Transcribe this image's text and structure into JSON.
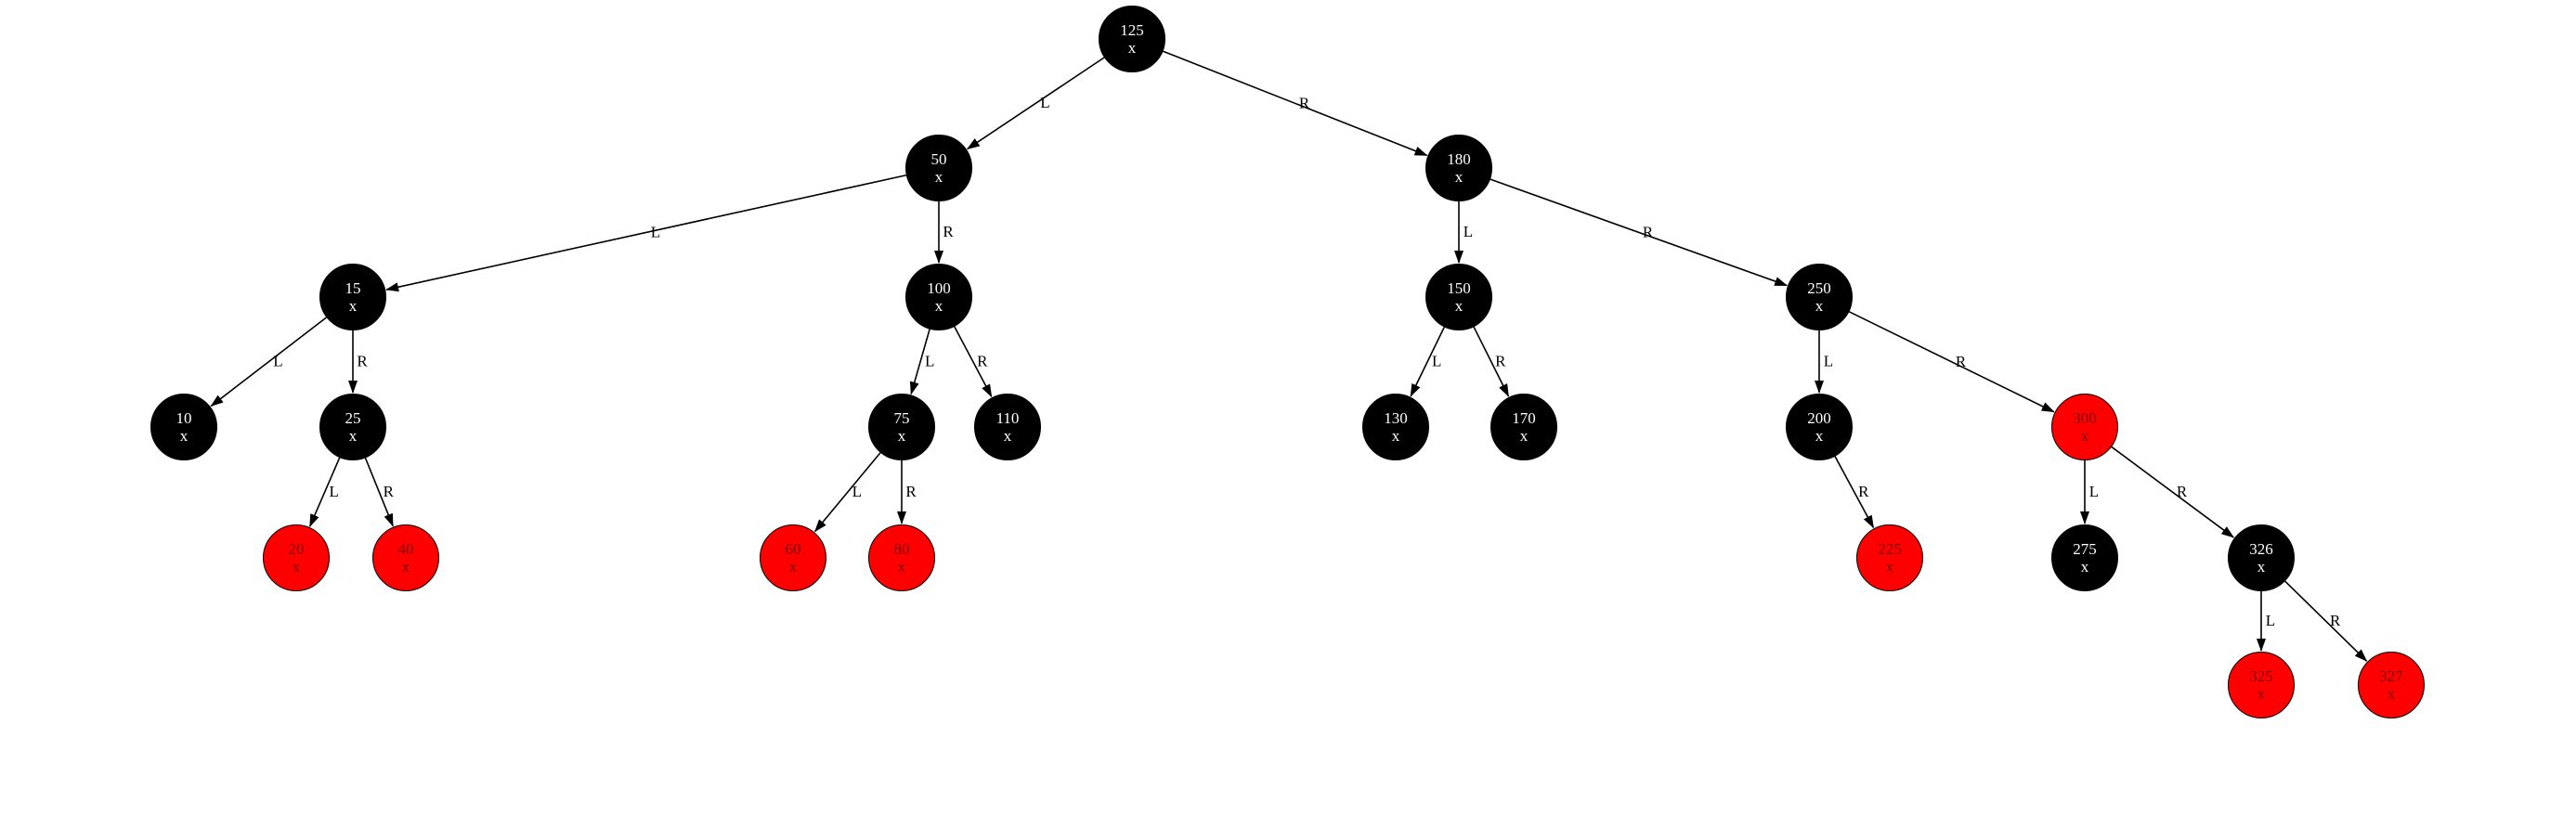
{
  "colors": {
    "black": "#000000",
    "red": "#ff0000",
    "edge": "#000000"
  },
  "nodes": [
    {
      "id": "125",
      "key": "125",
      "value": "x",
      "color": "black"
    },
    {
      "id": "50",
      "key": "50",
      "value": "x",
      "color": "black"
    },
    {
      "id": "180",
      "key": "180",
      "value": "x",
      "color": "black"
    },
    {
      "id": "15",
      "key": "15",
      "value": "x",
      "color": "black"
    },
    {
      "id": "100",
      "key": "100",
      "value": "x",
      "color": "black"
    },
    {
      "id": "150",
      "key": "150",
      "value": "x",
      "color": "black"
    },
    {
      "id": "250",
      "key": "250",
      "value": "x",
      "color": "black"
    },
    {
      "id": "10",
      "key": "10",
      "value": "x",
      "color": "black"
    },
    {
      "id": "25",
      "key": "25",
      "value": "x",
      "color": "black"
    },
    {
      "id": "75",
      "key": "75",
      "value": "x",
      "color": "black"
    },
    {
      "id": "110",
      "key": "110",
      "value": "x",
      "color": "black"
    },
    {
      "id": "130",
      "key": "130",
      "value": "x",
      "color": "black"
    },
    {
      "id": "170",
      "key": "170",
      "value": "x",
      "color": "black"
    },
    {
      "id": "200",
      "key": "200",
      "value": "x",
      "color": "black"
    },
    {
      "id": "300",
      "key": "300",
      "value": "x",
      "color": "red"
    },
    {
      "id": "20",
      "key": "20",
      "value": "x",
      "color": "red"
    },
    {
      "id": "40",
      "key": "40",
      "value": "x",
      "color": "red"
    },
    {
      "id": "60",
      "key": "60",
      "value": "x",
      "color": "red"
    },
    {
      "id": "80",
      "key": "80",
      "value": "x",
      "color": "red"
    },
    {
      "id": "225",
      "key": "225",
      "value": "x",
      "color": "red"
    },
    {
      "id": "275",
      "key": "275",
      "value": "x",
      "color": "black"
    },
    {
      "id": "326",
      "key": "326",
      "value": "x",
      "color": "black"
    },
    {
      "id": "325",
      "key": "325",
      "value": "x",
      "color": "red"
    },
    {
      "id": "327",
      "key": "327",
      "value": "x",
      "color": "red"
    }
  ],
  "edges": [
    {
      "from": "125",
      "to": "50",
      "label": "L"
    },
    {
      "from": "125",
      "to": "180",
      "label": "R"
    },
    {
      "from": "50",
      "to": "15",
      "label": "L"
    },
    {
      "from": "50",
      "to": "100",
      "label": "R"
    },
    {
      "from": "180",
      "to": "150",
      "label": "L"
    },
    {
      "from": "180",
      "to": "250",
      "label": "R"
    },
    {
      "from": "15",
      "to": "10",
      "label": "L"
    },
    {
      "from": "15",
      "to": "25",
      "label": "R"
    },
    {
      "from": "100",
      "to": "75",
      "label": "L"
    },
    {
      "from": "100",
      "to": "110",
      "label": "R"
    },
    {
      "from": "150",
      "to": "130",
      "label": "L"
    },
    {
      "from": "150",
      "to": "170",
      "label": "R"
    },
    {
      "from": "250",
      "to": "200",
      "label": "L"
    },
    {
      "from": "250",
      "to": "300",
      "label": "R"
    },
    {
      "from": "25",
      "to": "20",
      "label": "L"
    },
    {
      "from": "25",
      "to": "40",
      "label": "R"
    },
    {
      "from": "75",
      "to": "60",
      "label": "L"
    },
    {
      "from": "75",
      "to": "80",
      "label": "R"
    },
    {
      "from": "200",
      "to": "225",
      "label": "R"
    },
    {
      "from": "300",
      "to": "275",
      "label": "L"
    },
    {
      "from": "300",
      "to": "326",
      "label": "R"
    },
    {
      "from": "326",
      "to": "325",
      "label": "L"
    },
    {
      "from": "326",
      "to": "327",
      "label": "R"
    }
  ]
}
